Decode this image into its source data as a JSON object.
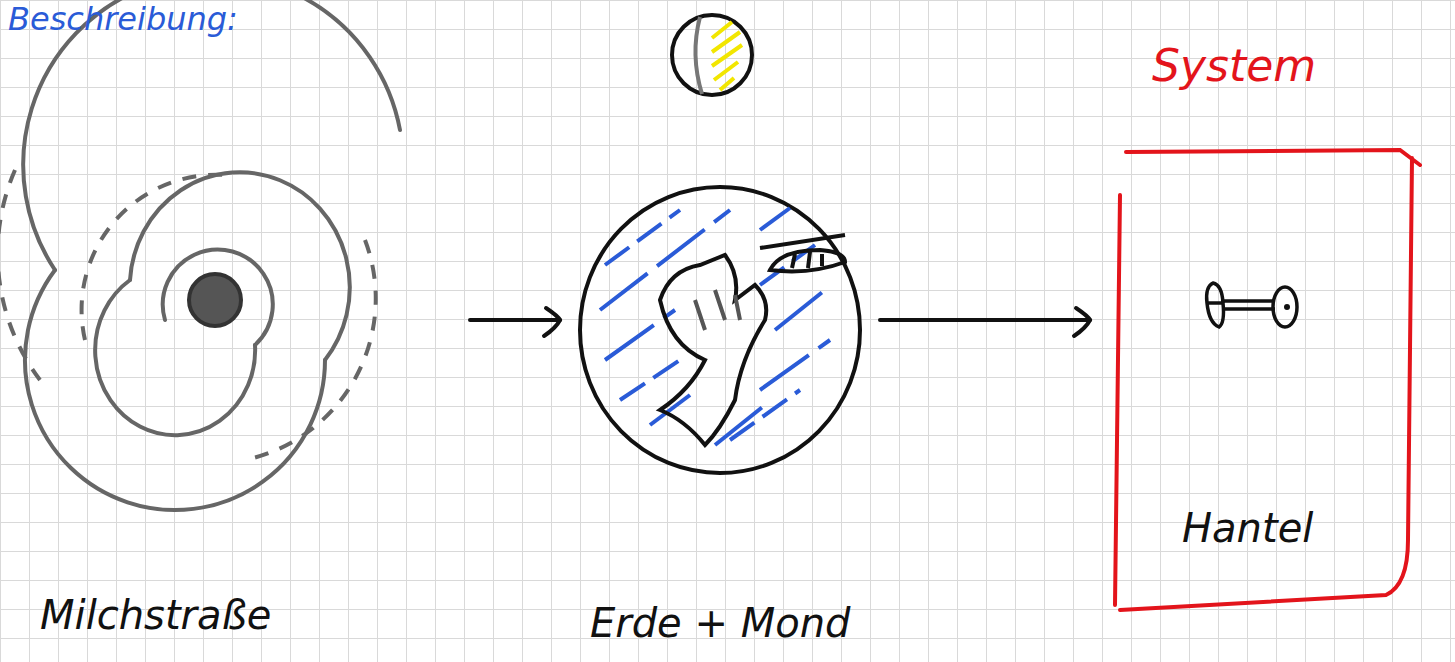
{
  "diagram": {
    "title": "Beschreibung:",
    "nodes": [
      {
        "text": [
          "Milchstraße"
        ]
      },
      {
        "text": [
          "Erde + Mond"
        ]
      },
      {
        "text": [
          "System",
          "Hantel"
        ]
      }
    ],
    "edges": [
      {
        "from": 0,
        "to": 1,
        "arrow": "to"
      },
      {
        "from": 1,
        "to": 2,
        "arrow": "to"
      }
    ]
  }
}
